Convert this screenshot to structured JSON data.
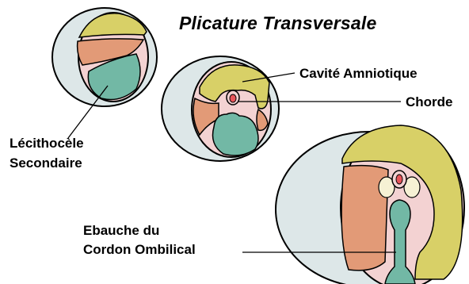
{
  "title": "Plicature Transversale",
  "labels": {
    "cavite_amniotique": "Cavité Amniotique",
    "chorde": "Chorde",
    "lecithocele_line1": "Lécithocèle",
    "lecithocele_line2": "Secondaire",
    "ebauche_line1": "Ebauche du",
    "ebauche_line2": "Cordon Ombilical"
  },
  "colors": {
    "chorion": "#dde7e8",
    "amniotic_cavity": "#d8d067",
    "mesoderm": "#e29a77",
    "yolk_sac": "#72b8a5",
    "ectoderm_pink": "#f3d2d2",
    "notochord_red": "#e8545a",
    "somite_cream": "#f6f1d4",
    "outline": "#000000"
  }
}
